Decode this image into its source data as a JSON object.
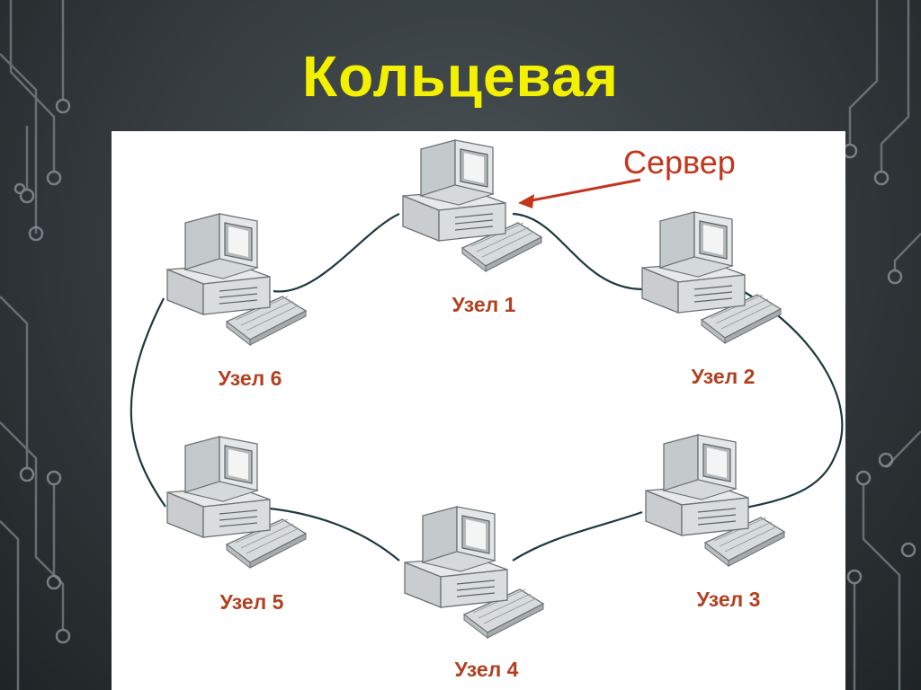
{
  "slide": {
    "title": "Кольцевая"
  },
  "diagram": {
    "server_label": "Сервер",
    "nodes": [
      {
        "label": "Узел 1"
      },
      {
        "label": "Узел 2"
      },
      {
        "label": "Узел 3"
      },
      {
        "label": "Узел 4"
      },
      {
        "label": "Узел 5"
      },
      {
        "label": "Узел 6"
      }
    ],
    "colors": {
      "title": "#f3f000",
      "label": "#b2401f",
      "server_arrow": "#c3361c",
      "cable": "#1c3a40"
    },
    "icons": [
      "computer-icon",
      "keyboard-icon"
    ]
  }
}
